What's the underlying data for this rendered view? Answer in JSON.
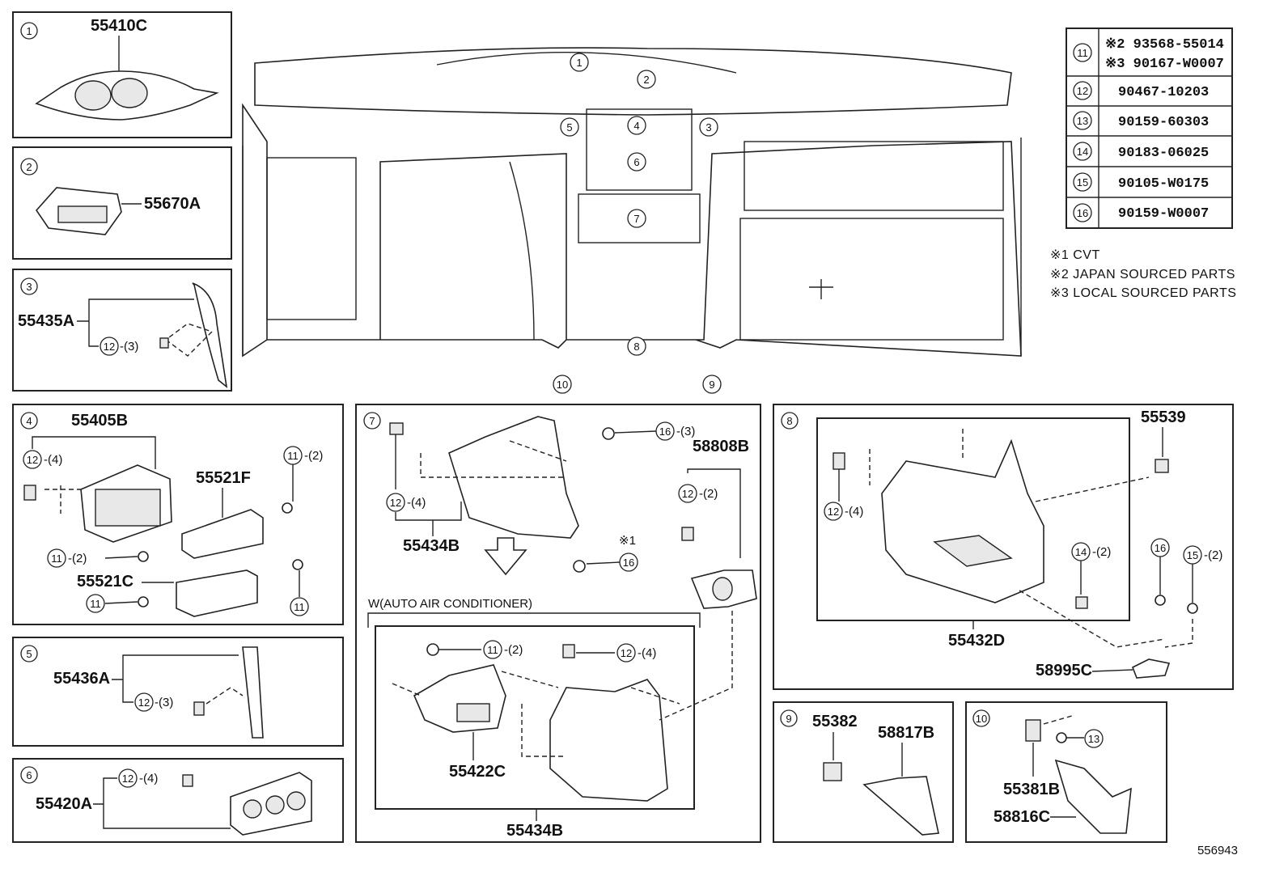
{
  "diagram_id": "556943",
  "callouts": {
    "c1": "1",
    "c2": "2",
    "c3": "3",
    "c4": "4",
    "c5": "5",
    "c6": "6",
    "c7": "7",
    "c8": "8",
    "c9": "9",
    "c10": "10",
    "c11": "11",
    "c12": "12",
    "c13": "13",
    "c14": "14",
    "c15": "15",
    "c16": "16"
  },
  "fastener_table": [
    {
      "ref": "11",
      "lines": [
        "※2 93568-55014",
        "※3 90167-W0007"
      ]
    },
    {
      "ref": "12",
      "lines": [
        "90467-10203"
      ]
    },
    {
      "ref": "13",
      "lines": [
        "90159-60303"
      ]
    },
    {
      "ref": "14",
      "lines": [
        "90183-06025"
      ]
    },
    {
      "ref": "15",
      "lines": [
        "90105-W0175"
      ]
    },
    {
      "ref": "16",
      "lines": [
        "90159-W0007"
      ]
    }
  ],
  "notes": [
    "※1 CVT",
    "※2 JAPAN SOURCED PARTS",
    "※3 LOCAL SOURCED PARTS"
  ],
  "parts": {
    "p55410C": "55410C",
    "p55670A": "55670A",
    "p55435A": "55435A",
    "p55405B": "55405B",
    "p55521F": "55521F",
    "p55521C": "55521C",
    "p55436A": "55436A",
    "p55420A": "55420A",
    "p55434B_top": "55434B",
    "p58808B": "58808B",
    "p55422C": "55422C",
    "p55434B_bottom": "55434B",
    "p55539": "55539",
    "p55432D": "55432D",
    "p58995C": "58995C",
    "p55382": "55382",
    "p58817B": "58817B",
    "p55381B": "55381B",
    "p58816C": "58816C"
  },
  "qty": {
    "q4": "-(4)",
    "q2": "-(2)",
    "q3": "-(3)"
  },
  "cvt_mark": "※1",
  "auto_ac_label": "W(AUTO AIR CONDITIONER)"
}
